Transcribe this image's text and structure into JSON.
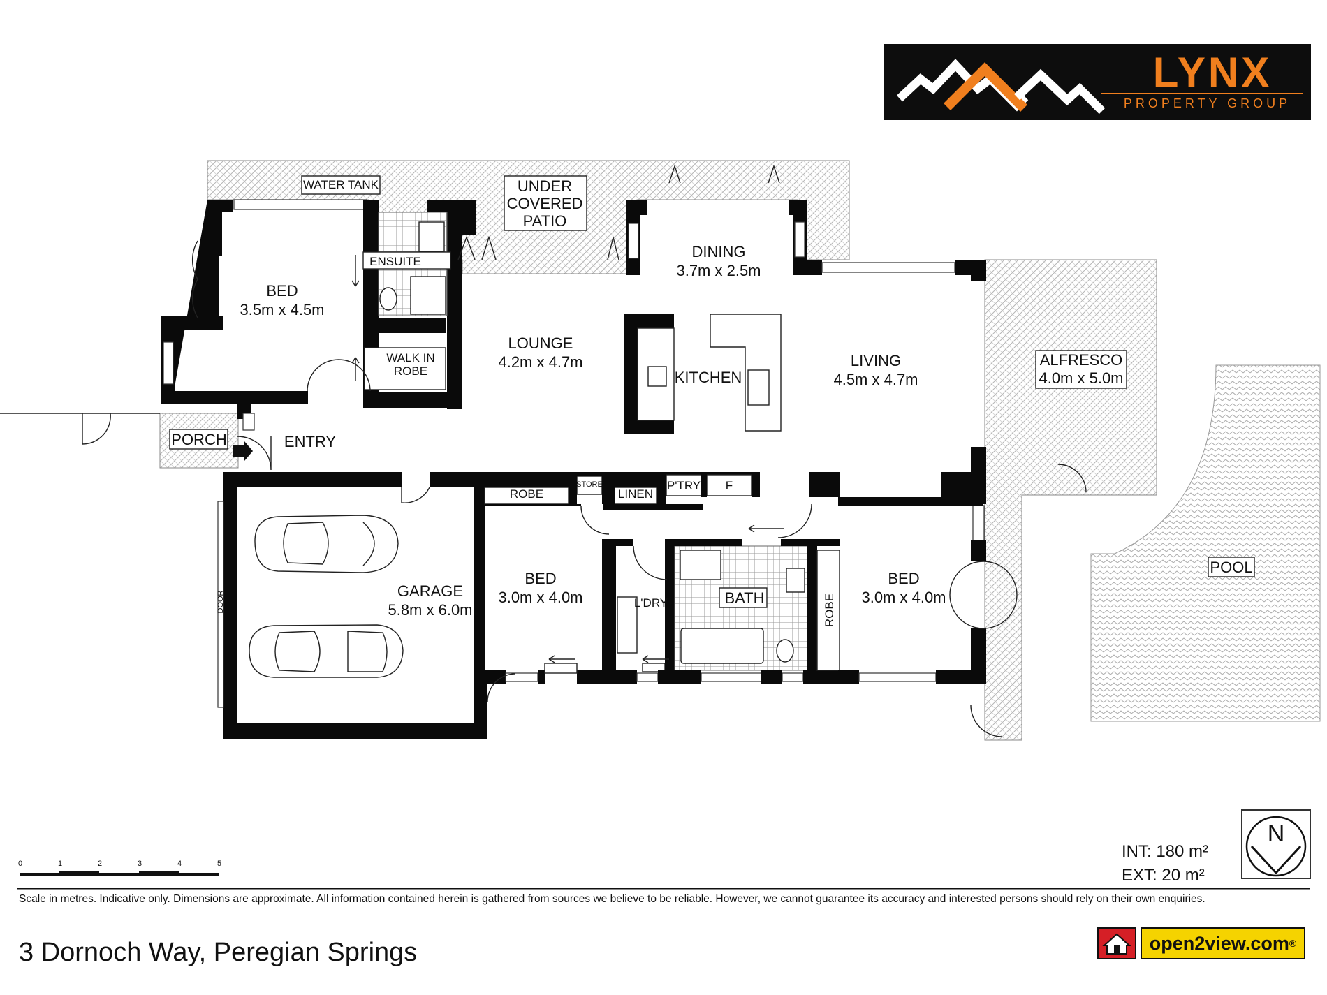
{
  "brand": {
    "name": "LYNX",
    "tagline": "PROPERTY GROUP",
    "accent_color": "#f07f1e",
    "background_color": "#0d0d0d"
  },
  "rooms": {
    "water_tank": "WATER TANK",
    "patio_line1": "UNDER",
    "patio_line2": "COVERED",
    "patio_line3": "PATIO",
    "ensuite": "ENSUITE",
    "bed1_name": "BED",
    "bed1_size": "3.5m x 4.5m",
    "walk_in_robe_line1": "WALK IN",
    "walk_in_robe_line2": "ROBE",
    "dining_name": "DINING",
    "dining_size": "3.7m x 2.5m",
    "lounge_name": "LOUNGE",
    "lounge_size": "4.2m x 4.7m",
    "kitchen": "KITCHEN",
    "living_name": "LIVING",
    "living_size": "4.5m x 4.7m",
    "alfresco_name": "ALFRESCO",
    "alfresco_size": "4.0m x 5.0m",
    "porch": "PORCH",
    "entry": "ENTRY",
    "robe_bed2": "ROBE",
    "store": "STORE",
    "linen": "LINEN",
    "pantry": "P'TRY",
    "fridge": "F",
    "garage_name": "GARAGE",
    "garage_size": "5.8m x 6.0m",
    "garage_door": "DOOR",
    "bed2_name": "BED",
    "bed2_size": "3.0m x 4.0m",
    "laundry": "L'DRY",
    "bath": "BATH",
    "robe_bed3": "ROBE",
    "bed3_name": "BED",
    "bed3_size": "3.0m x 4.0m",
    "pool": "POOL"
  },
  "scale_bar": {
    "ticks": [
      "0",
      "1",
      "2",
      "3",
      "4",
      "5"
    ]
  },
  "compass": {
    "label": "N"
  },
  "areas": {
    "internal": "INT: 180 m²",
    "external": "EXT: 20 m²"
  },
  "disclaimer": "Scale in metres. Indicative only. Dimensions are approximate. All information contained herein is gathered from sources we believe to be reliable. However, we cannot guarantee its accuracy and interested persons should rely on their own enquiries.",
  "address": "3 Dornoch Way, Peregian Springs",
  "partner_logo": {
    "text": "open2view.com",
    "mark": "®",
    "primary_color": "#f5d300",
    "secondary_color": "#d51f26"
  }
}
